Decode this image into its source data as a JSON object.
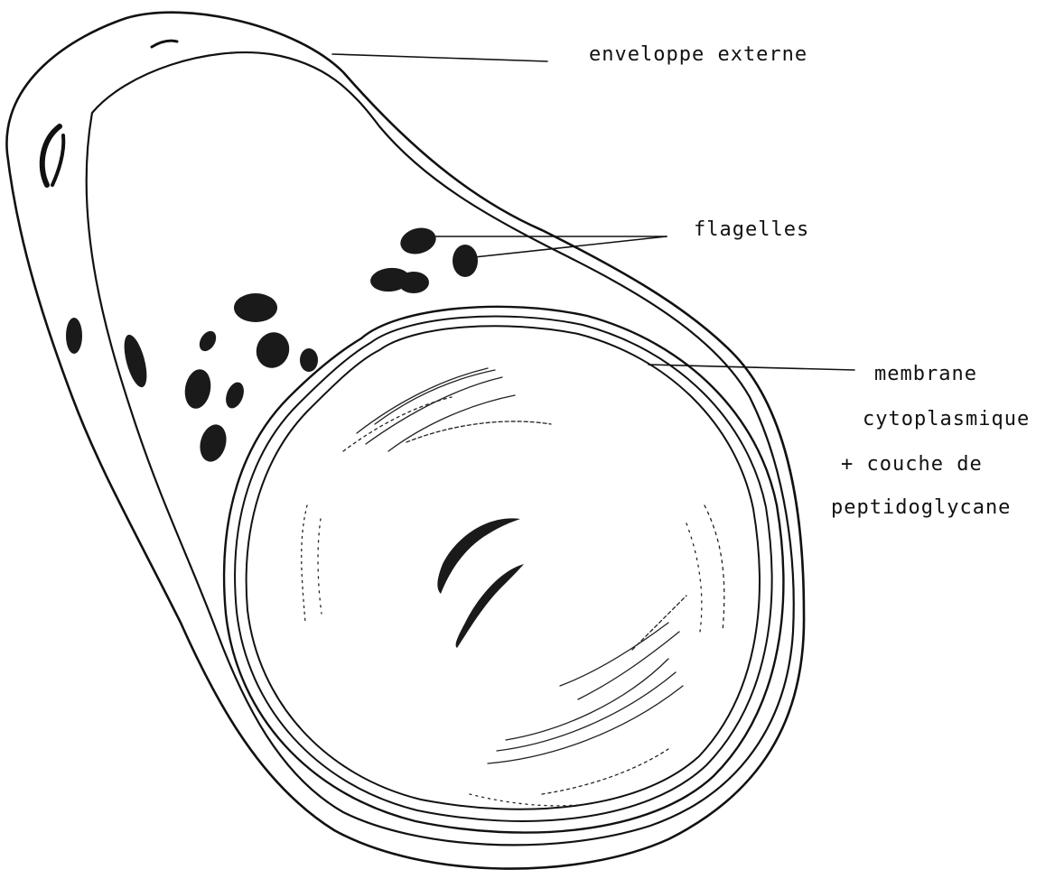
{
  "diagram": {
    "labels": {
      "outer_envelope": "enveloppe externe",
      "flagella": "flagelles",
      "membrane_line1": "membrane",
      "membrane_line2": "cytoplasmique",
      "membrane_line3": "+ couche de",
      "membrane_line4": "peptidoglycane"
    },
    "colors": {
      "ink": "#111111",
      "background": "#ffffff"
    }
  }
}
